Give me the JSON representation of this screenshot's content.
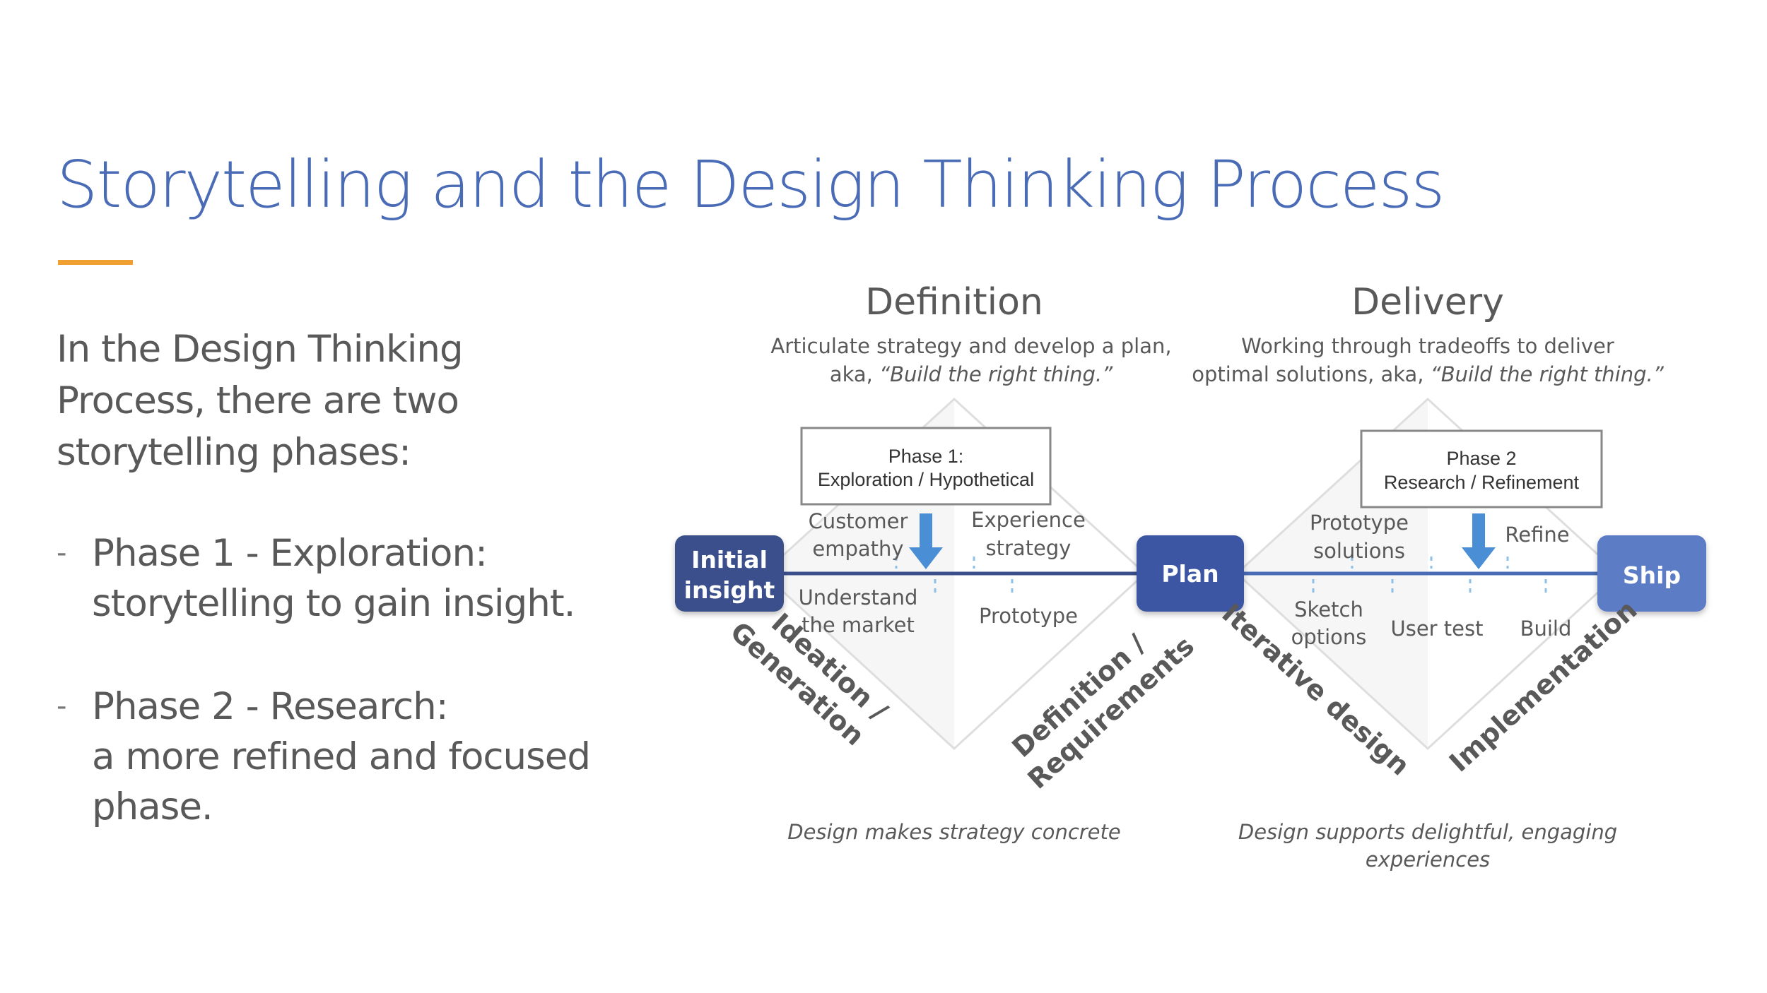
{
  "slide": {
    "title": "Storytelling and the Design Thinking Process",
    "intro": "In the Design Thinking Process, there are two storytelling phases:",
    "bullets": [
      {
        "dash": "-",
        "line1": "Phase 1 - Exploration:",
        "line2": "storytelling to gain insight.",
        "line3": ""
      },
      {
        "dash": "-",
        "line1": "Phase 2 - Research:",
        "line2": "a more refined and focused",
        "line3": "phase."
      }
    ]
  },
  "diagram": {
    "definition": {
      "heading": "Definition",
      "desc_line1": "Articulate strategy and develop a plan,",
      "desc_line2_prefix": "aka, ",
      "desc_line2_quote": "“Build the right thing.”",
      "phase_box_line1": "Phase 1:",
      "phase_box_line2": "Exploration / Hypothetical",
      "step_top_left_1": "Customer",
      "step_top_left_2": "empathy",
      "step_top_right_1": "Experience",
      "step_top_right_2": "strategy",
      "step_bottom_left_1": "Understand",
      "step_bottom_left_2": "the market",
      "step_bottom_right": "Prototype",
      "diag_left_1": "Ideation /",
      "diag_left_2": "Generation",
      "diag_right_1": "Definition /",
      "diag_right_2": "Requirements",
      "caption": "Design makes strategy concrete"
    },
    "delivery": {
      "heading": "Delivery",
      "desc_line1": "Working through tradeoffs to deliver",
      "desc_line2_prefix": "optimal solutions, aka, ",
      "desc_line2_quote": "“Build the right thing.”",
      "phase_box_line1": "Phase 2",
      "phase_box_line2": "Research / Refinement",
      "step_top_left_1": "Prototype",
      "step_top_left_2": "solutions",
      "step_top_right": "Refine",
      "step_bottom_left_1": "Sketch",
      "step_bottom_left_2": "options",
      "step_bottom_mid": "User test",
      "step_bottom_right": "Build",
      "diag_left": "Iterative design",
      "diag_right": "Implementation",
      "caption_line1": "Design supports delightful, engaging",
      "caption_line2": "experiences"
    },
    "nodes": {
      "start_line1": "Initial",
      "start_line2": "insight",
      "middle": "Plan",
      "end": "Ship"
    },
    "colors": {
      "title_blue": "#4a6bb5",
      "accent_orange": "#f0a030",
      "node_dark": "#3a4f8c",
      "node_mid": "#3d57a3",
      "node_light": "#5b7cc5",
      "arrow_blue": "#4a8fd6",
      "diamond_fill": "#f3f3f3"
    }
  }
}
